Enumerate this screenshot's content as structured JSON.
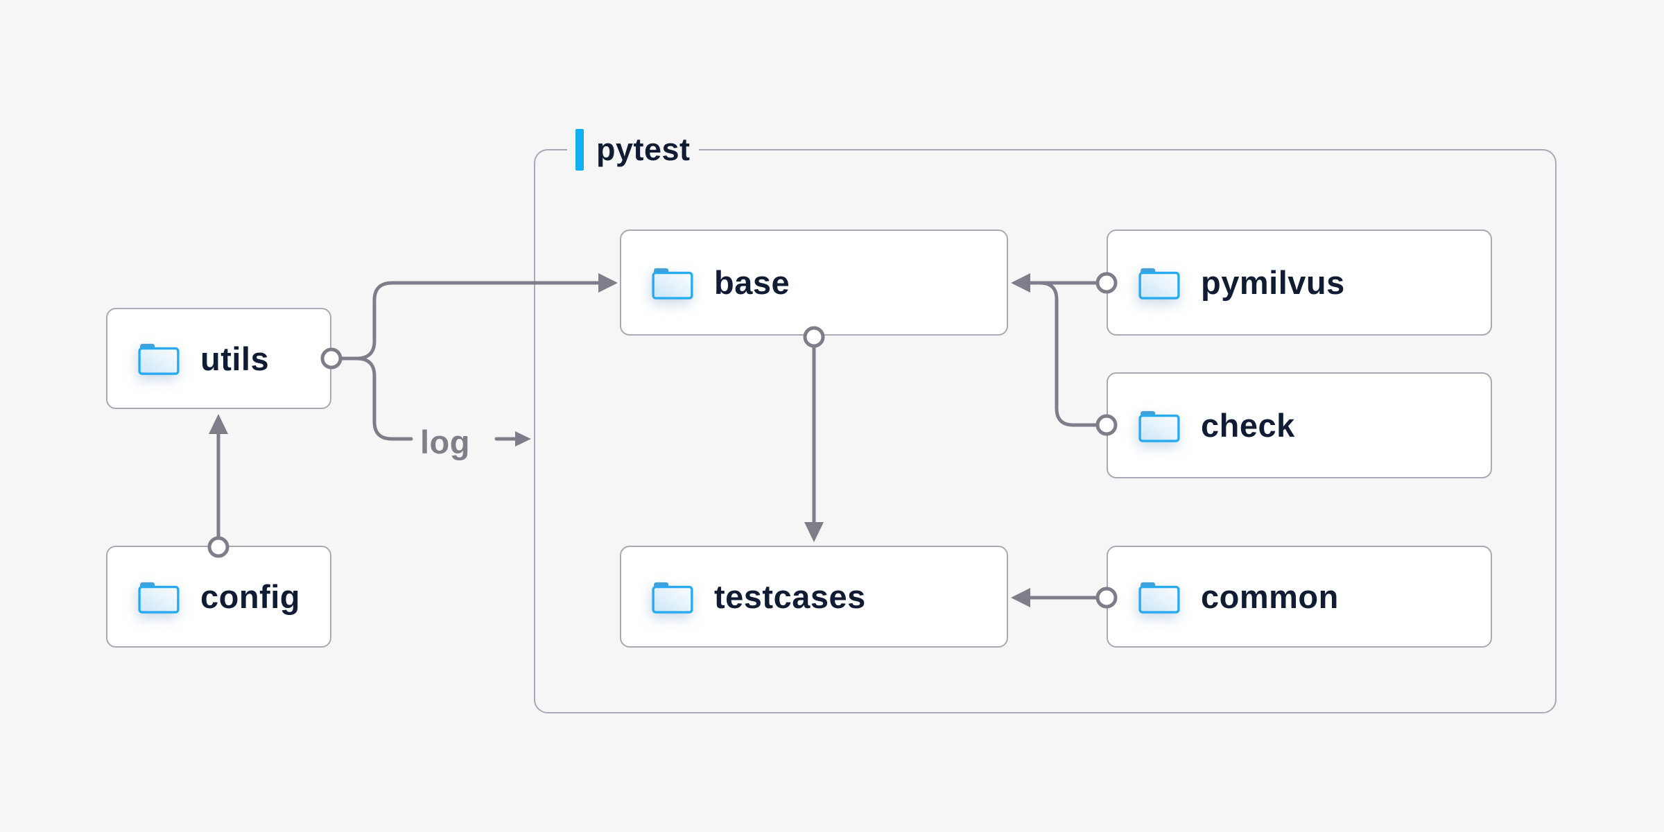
{
  "diagram": {
    "container": {
      "label": "pytest"
    },
    "nodes": {
      "utils": {
        "label": "utils",
        "icon": "folder-icon"
      },
      "config": {
        "label": "config",
        "icon": "folder-icon"
      },
      "base": {
        "label": "base",
        "icon": "folder-icon"
      },
      "testcases": {
        "label": "testcases",
        "icon": "folder-icon"
      },
      "pymilvus": {
        "label": "pymilvus",
        "icon": "folder-icon"
      },
      "check": {
        "label": "check",
        "icon": "folder-icon"
      },
      "common": {
        "label": "common",
        "icon": "folder-icon"
      }
    },
    "edge_labels": {
      "log": "log"
    },
    "edges": [
      {
        "from": "config",
        "to": "utils"
      },
      {
        "from": "utils",
        "to": "base"
      },
      {
        "from": "utils",
        "to": "log-output"
      },
      {
        "from": "pymilvus",
        "to": "base"
      },
      {
        "from": "check",
        "to": "base"
      },
      {
        "from": "base",
        "to": "testcases"
      },
      {
        "from": "common",
        "to": "testcases"
      }
    ],
    "colors": {
      "background": "#f6f6f7",
      "node_background": "#ffffff",
      "node_border": "#a9a9b4",
      "group_border": "#a9a9b8",
      "connector": "#7e7e8a",
      "text_dark": "#0f1c33",
      "text_muted": "#7f7f8a",
      "accent_blue": "#12b0f2",
      "folder_stroke": "#27aaf0",
      "folder_tab": "#41a1da"
    }
  }
}
